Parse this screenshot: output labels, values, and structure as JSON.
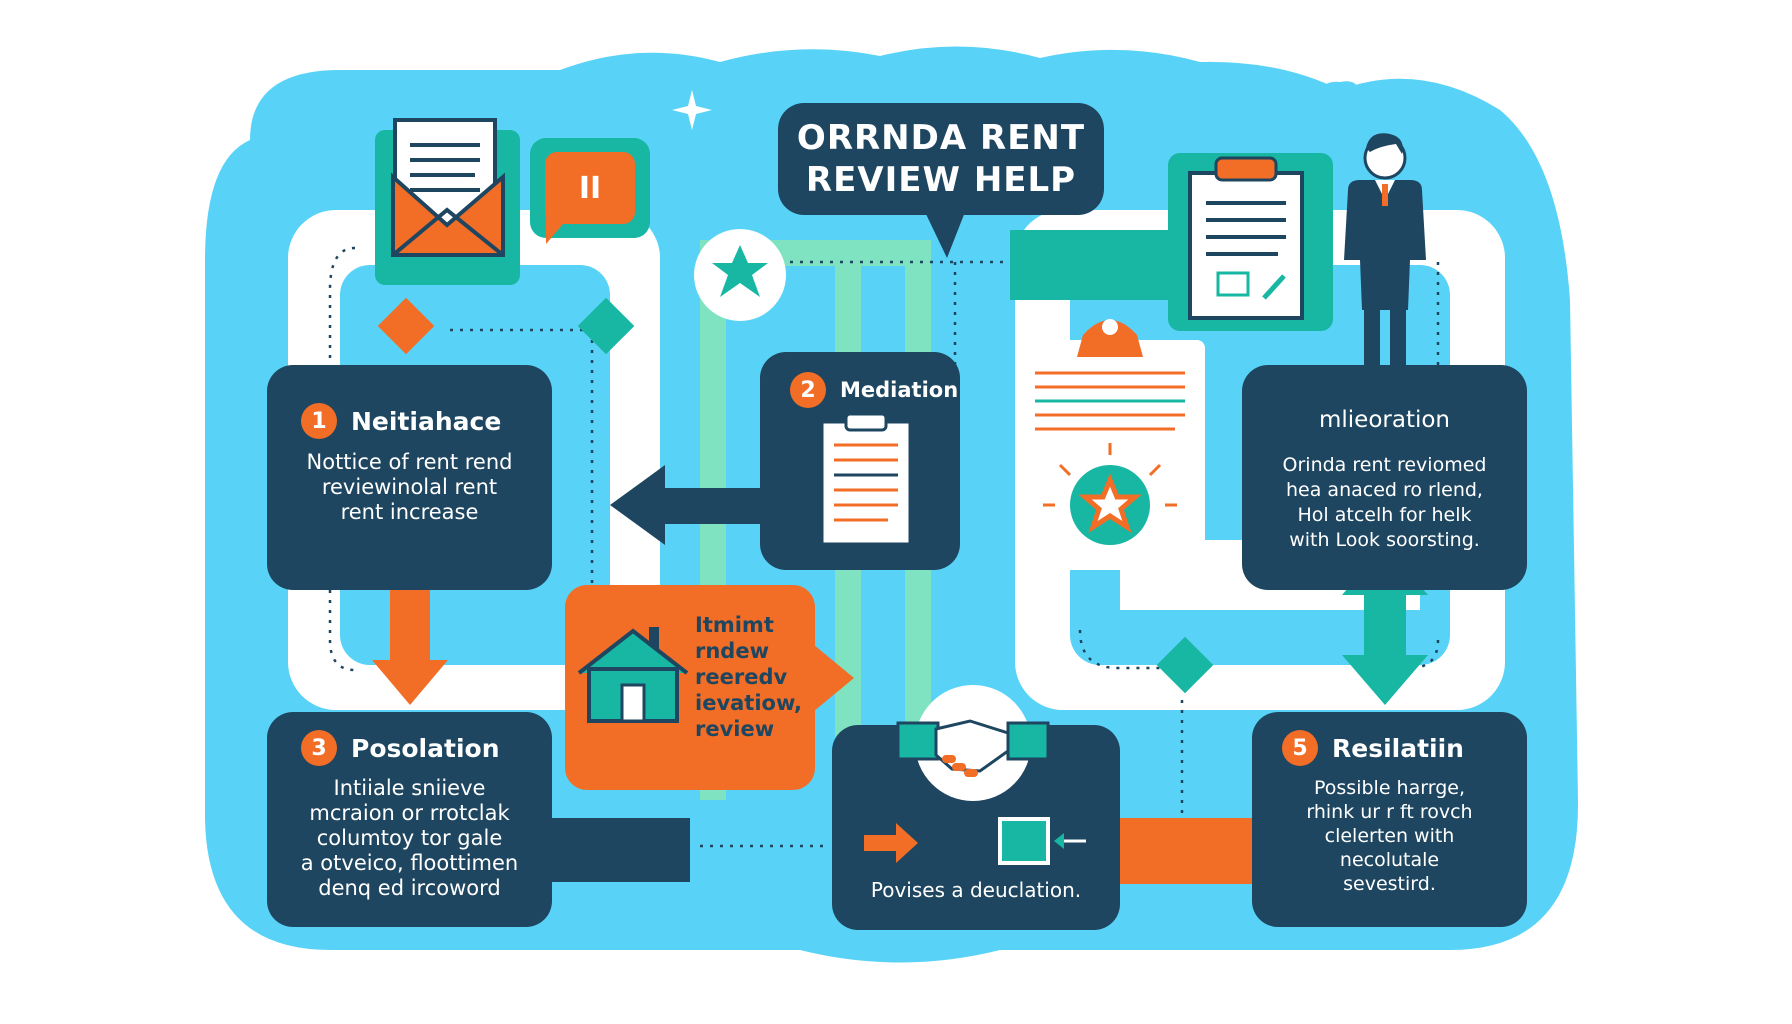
{
  "title": {
    "line1": "ORRNDA RENT",
    "line2": "REVIEW HELP"
  },
  "chat_bubble": {
    "text": "II"
  },
  "colors": {
    "navy": "#1e4660",
    "orange": "#f26d25",
    "teal": "#17b7a4",
    "sky": "#58d3f7",
    "mint": "#7fe3c2"
  },
  "steps": [
    {
      "number": "1",
      "title": "Neitiahace",
      "lines": [
        "Nottice of rent rend",
        "reviewinolal rent",
        "rent increase"
      ]
    },
    {
      "number": "2",
      "title": "Mediation"
    },
    {
      "number": "3",
      "title": "Posolation",
      "lines": [
        "Intiiale sniieve",
        "mcraion or rrotclak",
        "columtoy tor gale",
        "a otveico, floottimen",
        "denq ed ircoword"
      ]
    },
    {
      "title": "mlieoration",
      "lines": [
        "Orinda rent reviomed",
        "hea anaced ro rlend,",
        "Hol atcelh for helk",
        "with Look soorsting."
      ]
    },
    {
      "number": "5",
      "title": "Resilatiin",
      "lines": [
        "Possible harrge,",
        "rhink ur r ft rovch",
        "clelerten with",
        "necolutale",
        "sevestird."
      ]
    }
  ],
  "orange_note": {
    "lines": [
      "Itmimt",
      "rndew",
      "reeredv",
      "ievatiow,",
      "review"
    ]
  },
  "handshake_caption": "Povises a deuclation.",
  "icons": [
    "envelope-icon",
    "chat-bubble-icon",
    "star-badge-icon",
    "clipboard-icon",
    "businessman-icon",
    "house-icon",
    "handshake-icon",
    "cloud-icon",
    "sparkle-icon"
  ]
}
